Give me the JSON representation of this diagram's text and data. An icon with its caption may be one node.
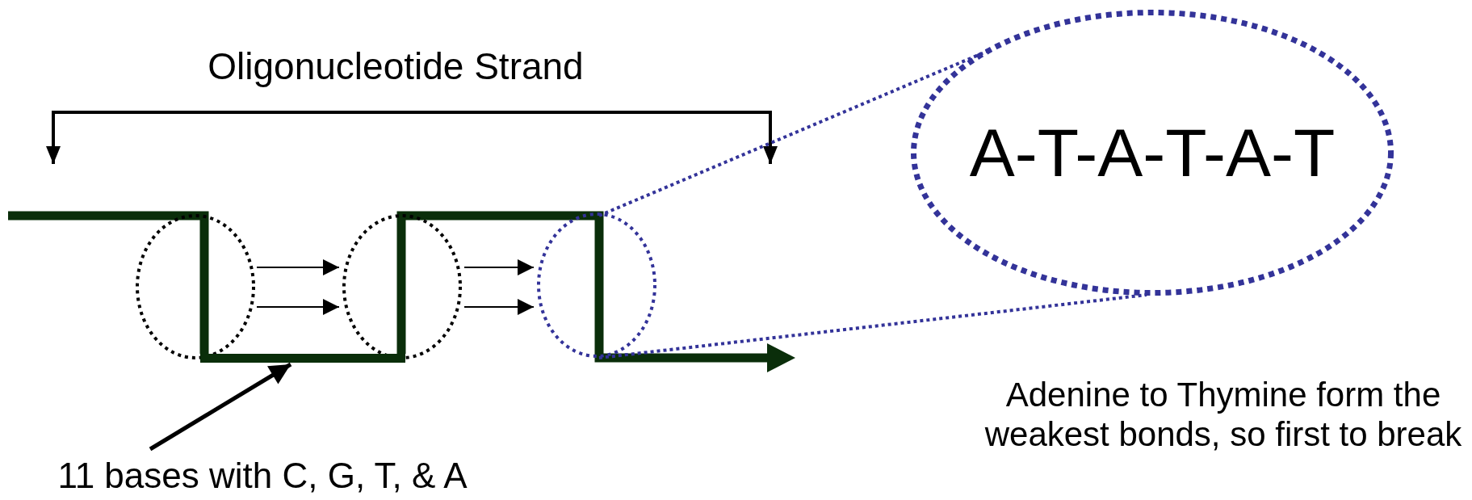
{
  "diagram": {
    "nodes": [
      {
        "text": [],
        "shape": "circle"
      },
      {
        "text": [],
        "shape": "circle"
      },
      {
        "text": [],
        "shape": "circle"
      },
      {
        "text": [
          "A-T-A-T-A-T"
        ]
      },
      {
        "text": [],
        "shape": "line"
      },
      {
        "text": [
          "11 bases with C, G, T, & A"
        ]
      }
    ],
    "edges": [
      {
        "from": 0,
        "to": 1,
        "arrow": "to"
      },
      {
        "from": 0,
        "to": 1,
        "arrow": "to"
      },
      {
        "from": 1,
        "to": 2,
        "arrow": "to"
      },
      {
        "from": 1,
        "to": 2,
        "arrow": "to"
      },
      {
        "from": 2,
        "to": 3,
        "arrow": "none",
        "style": "dashed",
        "color": "#333399"
      },
      {
        "from": 2,
        "to": 3,
        "arrow": "none",
        "style": "dashed",
        "color": "#333399"
      },
      {
        "from": 5,
        "to": 4,
        "arrow": "to",
        "style": "thick"
      }
    ],
    "labels": [
      "Oligonucleotide Strand",
      "Adenine to Thymine form the weakest bonds, so first to break"
    ]
  }
}
